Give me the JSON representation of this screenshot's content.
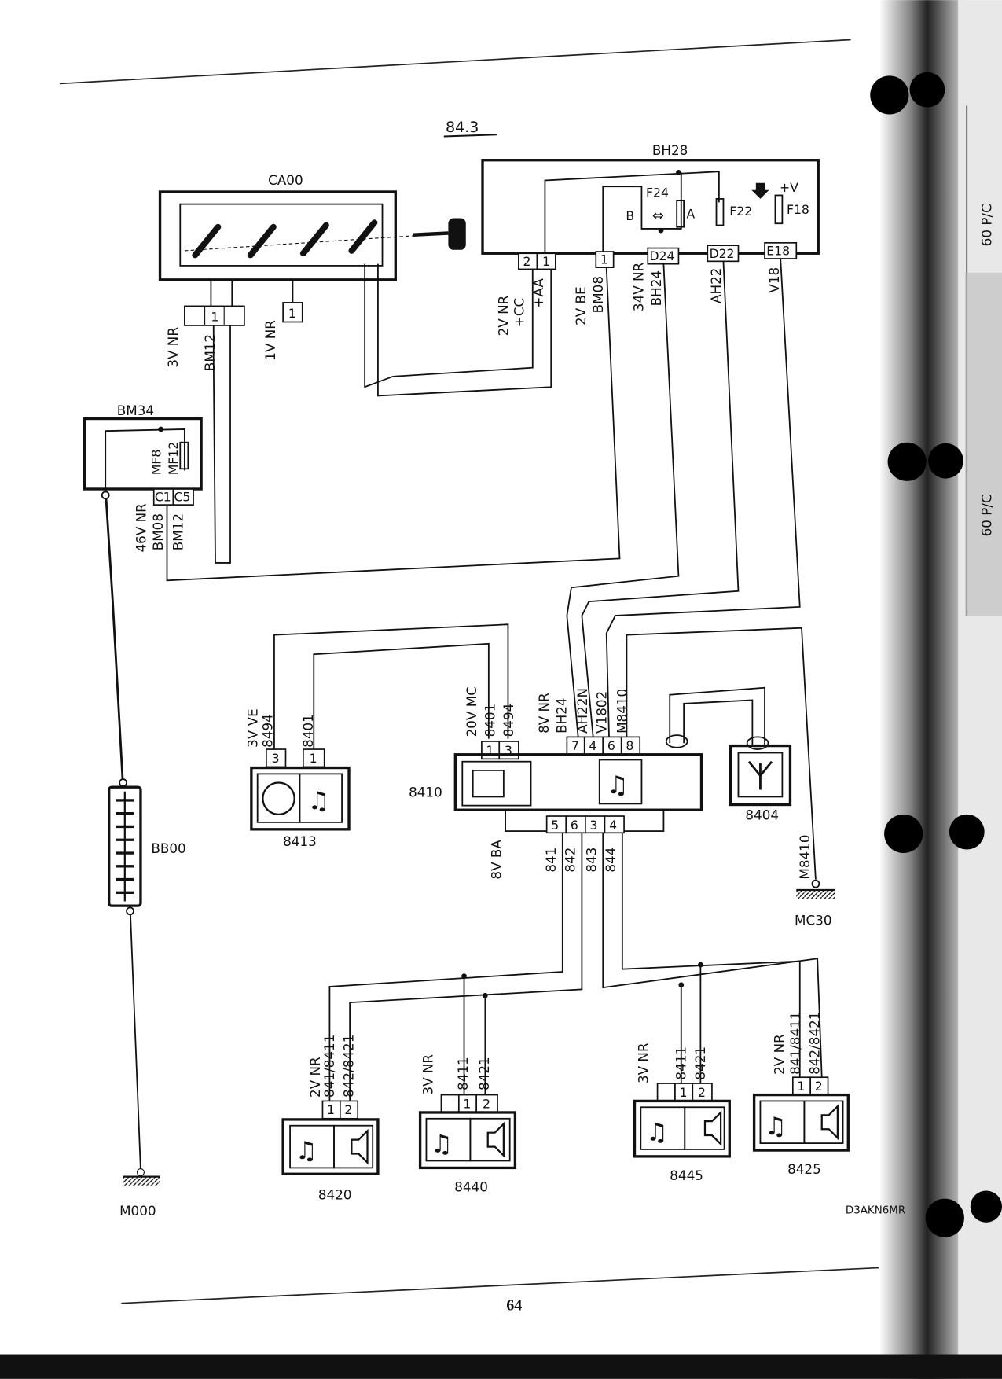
{
  "page": {
    "section_title": "84.3",
    "page_number": "64",
    "diagram_code": "D3AKN6MR",
    "side_tabs": [
      "60 P/C",
      "60 P/C"
    ]
  },
  "components": {
    "ca00": {
      "label": "CA00",
      "pins_left": [
        "",
        "1"
      ],
      "pin_right": "1",
      "wires": [
        "3V NR",
        "BM12",
        "1V NR"
      ]
    },
    "bh28": {
      "label": "BH28",
      "fuses": [
        "F24",
        "F22",
        "F18"
      ],
      "fuse_marks": [
        "B",
        "A",
        "+V"
      ],
      "pins": [
        "2",
        "1",
        "1",
        "D24",
        "D22",
        "E18"
      ],
      "wires": [
        "2V NR",
        "+CC",
        "+AA",
        "2V BE",
        "BM08",
        "34V NR",
        "BH24",
        "AH22",
        "V18"
      ]
    },
    "bm34": {
      "label": "BM34",
      "fuses": [
        "MF8",
        "MF12"
      ],
      "pins": [
        "C1",
        "C5"
      ],
      "wires": [
        "46V NR",
        "BM08",
        "BM12"
      ]
    },
    "bb00": {
      "label": "BB00"
    },
    "m000": {
      "label": "M000"
    },
    "c8413": {
      "label": "8413",
      "pins": [
        "3",
        "1"
      ],
      "wires": [
        "3V VE",
        "8494",
        "8401"
      ]
    },
    "c8410": {
      "label": "8410",
      "top_pins": [
        "1",
        "3",
        "7",
        "4",
        "6",
        "8"
      ],
      "bottom_pins": [
        "5",
        "6",
        "3",
        "4"
      ],
      "top_wires": [
        "20V MC",
        "8401",
        "8494",
        "8V NR",
        "BH24",
        "AH22N",
        "V1802",
        "M8410"
      ],
      "bottom_wires": [
        "8V BA",
        "841",
        "842",
        "843",
        "844"
      ]
    },
    "c8404": {
      "label": "8404"
    },
    "mc30": {
      "label": "MC30",
      "wire": "M8410"
    },
    "speakers": [
      {
        "label": "8420",
        "pins": [
          "1",
          "2"
        ],
        "wires": [
          "2V NR",
          "841/8411",
          "842/8421"
        ]
      },
      {
        "label": "8440",
        "pins": [
          "1",
          "2"
        ],
        "wires": [
          "3V NR",
          "8411",
          "8421"
        ]
      },
      {
        "label": "8445",
        "pins": [
          "1",
          "2"
        ],
        "wires": [
          "3V NR",
          "8411",
          "8421"
        ]
      },
      {
        "label": "8425",
        "pins": [
          "1",
          "2"
        ],
        "wires": [
          "2V NR",
          "841/8411",
          "842/8421"
        ]
      }
    ]
  }
}
